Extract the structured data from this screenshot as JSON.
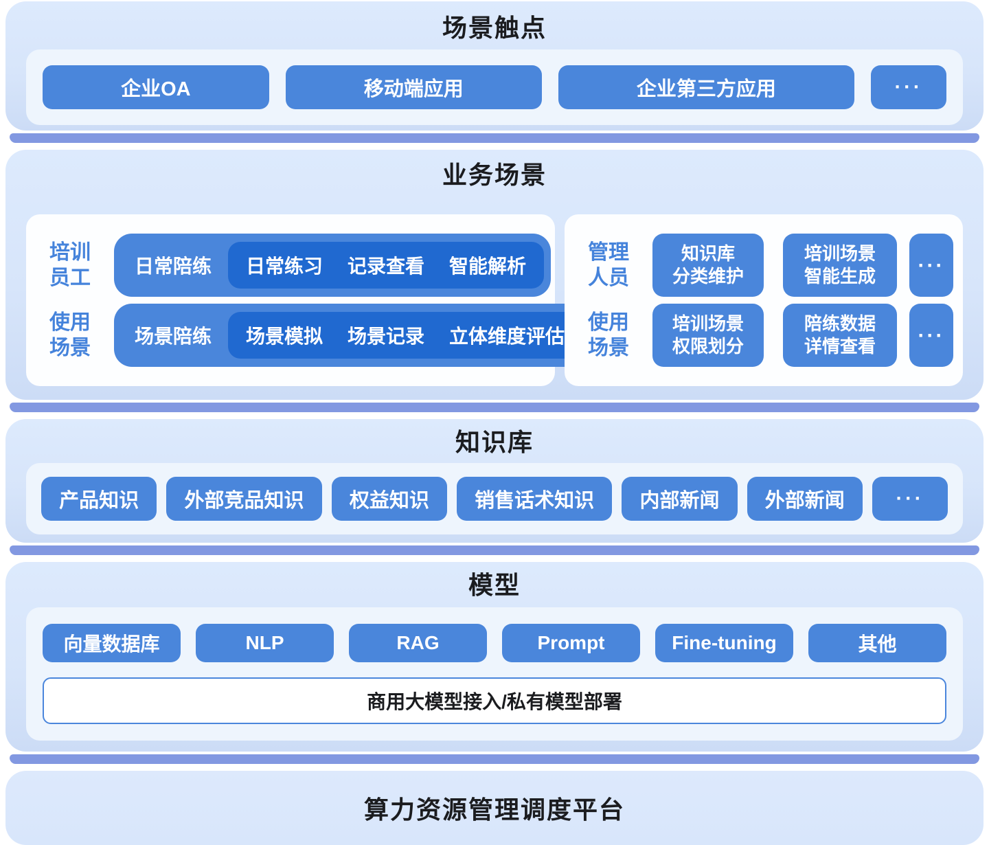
{
  "colors": {
    "card_bg": "#d7e5fa",
    "inner_panel_bg": "#eef5fd",
    "white_panel_bg": "#fdfeff",
    "button_blue": "#4a86db",
    "pill_dark_blue": "#2069d0",
    "edge_purple": "#8298e1",
    "label_blue": "#4583db",
    "title_dark": "#1b1c1f",
    "button_text": "#ffffff"
  },
  "layers": {
    "touchpoints": {
      "title": "场景触点",
      "buttons": [
        "企业OA",
        "移动端应用",
        "企业第三方应用"
      ],
      "more": "···"
    },
    "business": {
      "title": "业务场景",
      "training": {
        "rows": [
          {
            "label_line1": "培训",
            "label_line2": "员工",
            "group": "日常陪练",
            "items": [
              "日常练习",
              "记录查看",
              "智能解析"
            ]
          },
          {
            "label_line1": "使用",
            "label_line2": "场景",
            "group": "场景陪练",
            "items": [
              "场景模拟",
              "场景记录",
              "立体维度评估"
            ]
          }
        ]
      },
      "management": {
        "rows": [
          {
            "label_line1": "管理",
            "label_line2": "人员",
            "buttons": [
              {
                "line1": "知识库",
                "line2": "分类维护"
              },
              {
                "line1": "培训场景",
                "line2": "智能生成"
              }
            ],
            "more": "···"
          },
          {
            "label_line1": "使用",
            "label_line2": "场景",
            "buttons": [
              {
                "line1": "培训场景",
                "line2": "权限划分"
              },
              {
                "line1": "陪练数据",
                "line2": "详情查看"
              }
            ],
            "more": "···"
          }
        ]
      }
    },
    "knowledge": {
      "title": "知识库",
      "buttons": [
        "产品知识",
        "外部竞品知识",
        "权益知识",
        "销售话术知识",
        "内部新闻",
        "外部新闻"
      ],
      "more": "···"
    },
    "model": {
      "title": "模型",
      "buttons": [
        "向量数据库",
        "NLP",
        "RAG",
        "Prompt",
        "Fine-tuning",
        "其他"
      ],
      "bar": "商用大模型接入/私有模型部署"
    },
    "platform": {
      "title": "算力资源管理调度平台"
    }
  }
}
